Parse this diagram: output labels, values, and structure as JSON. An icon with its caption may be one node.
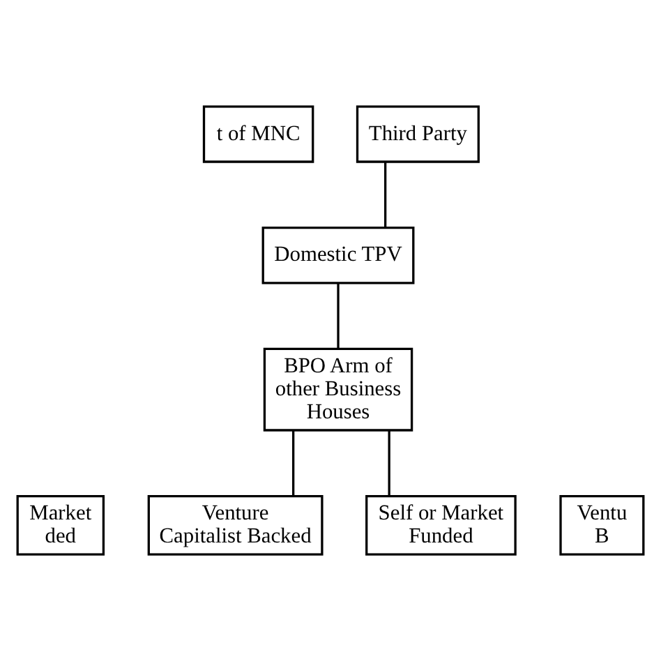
{
  "diagram": {
    "nodes": [
      {
        "text": [
          "t of MNC"
        ]
      },
      {
        "text": [
          "Third Party"
        ]
      },
      {
        "text": [
          "Domestic TPV"
        ]
      },
      {
        "text": [
          "BPO Arm of other Business Houses"
        ]
      },
      {
        "text": [
          "Market ded"
        ]
      },
      {
        "text": [
          "Venture Capitalist Backed"
        ]
      },
      {
        "text": [
          "Self or Market Funded"
        ]
      },
      {
        "text": [
          "Ventu B"
        ]
      }
    ],
    "edges": [
      {
        "from": 1,
        "to": 2,
        "arrow": "none"
      },
      {
        "from": 2,
        "to": 3,
        "arrow": "none"
      },
      {
        "from": 3,
        "to": 5,
        "arrow": "none"
      },
      {
        "from": 3,
        "to": 6,
        "arrow": "none"
      }
    ]
  }
}
